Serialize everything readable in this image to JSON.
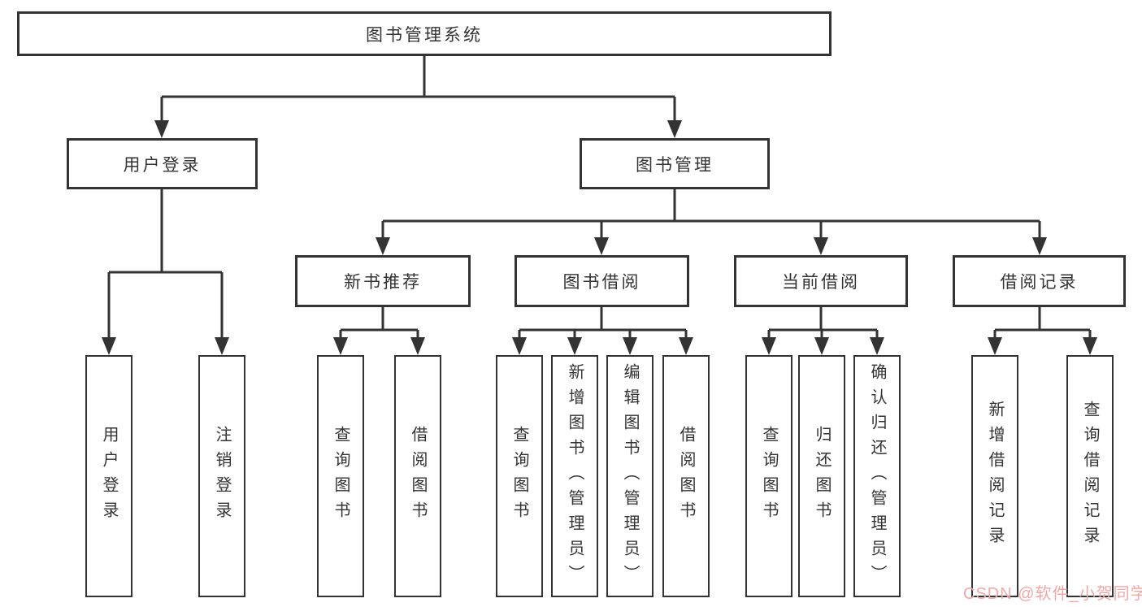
{
  "diagram": {
    "title": "图书管理系统",
    "nodes": {
      "root": "图书管理系统",
      "user_login": "用户登录",
      "book_mgmt": "图书管理",
      "new_book_rec": "新书推荐",
      "book_borrow": "图书借阅",
      "current_borrow": "当前借阅",
      "borrow_records": "借阅记录",
      "leaf_user_login": "用户登录",
      "leaf_logout": "注销登录",
      "leaf_nbr_query_book": "查询图书",
      "leaf_nbr_borrow_book": "借阅图书",
      "leaf_bb_query_book": "查询图书",
      "leaf_bb_add_book": "新增图书（管理员）",
      "leaf_bb_edit_book": "编辑图书（管理员）",
      "leaf_bb_borrow_book": "借阅图书",
      "leaf_cb_query_book": "查询图书",
      "leaf_cb_return_book": "归还图书",
      "leaf_cb_confirm_return": "确认归还（管理员）",
      "leaf_br_add_record": "新增借阅记录",
      "leaf_br_query_record": "查询借阅记录"
    },
    "hierarchy": {
      "图书管理系统": [
        "用户登录",
        "图书管理"
      ],
      "用户登录": [
        "用户登录",
        "注销登录"
      ],
      "图书管理": [
        "新书推荐",
        "图书借阅",
        "当前借阅",
        "借阅记录"
      ],
      "新书推荐": [
        "查询图书",
        "借阅图书"
      ],
      "图书借阅": [
        "查询图书",
        "新增图书（管理员）",
        "编辑图书（管理员）",
        "借阅图书"
      ],
      "当前借阅": [
        "查询图书",
        "归还图书",
        "确认归还（管理员）"
      ],
      "借阅记录": [
        "新增借阅记录",
        "查询借阅记录"
      ]
    }
  },
  "watermark": {
    "text": "CSDN @软件_小贺同学",
    "color": "#efa9a9"
  },
  "colors": {
    "background": "#ffffff",
    "line": "#333333",
    "box_border": "#333333",
    "text": "#333333"
  }
}
